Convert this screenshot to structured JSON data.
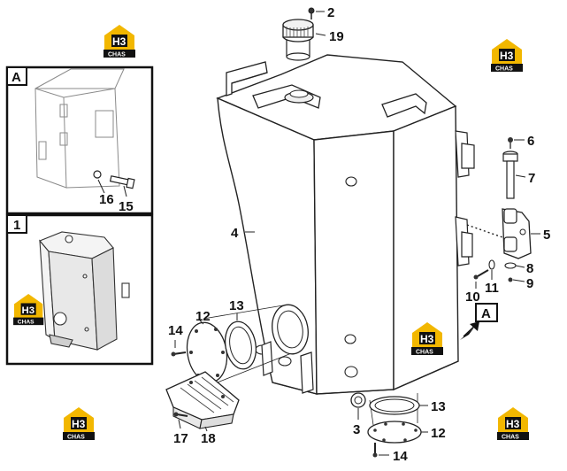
{
  "inset_a": {
    "label": "A"
  },
  "inset_1": {
    "label": "1"
  },
  "view_marker": {
    "label": "A"
  },
  "callouts": {
    "c2": "2",
    "c19": "19",
    "c6": "6",
    "c7": "7",
    "c5": "5",
    "c4": "4",
    "c8": "8",
    "c9": "9",
    "c10": "10",
    "c11": "11",
    "c16": "16",
    "c15": "15",
    "c12a": "12",
    "c13a": "13",
    "c14a": "14",
    "c3": "3",
    "c13b": "13",
    "c12b": "12",
    "c14b": "14",
    "c17": "17",
    "c18": "18"
  },
  "watermark": {
    "main": "H3",
    "sub": "CHAS"
  },
  "colors": {
    "line": "#222222",
    "faint": "#9a9a9a",
    "shade": "#d9d9d9",
    "logo_yellow": "#f2b700",
    "logo_black": "#111111"
  }
}
